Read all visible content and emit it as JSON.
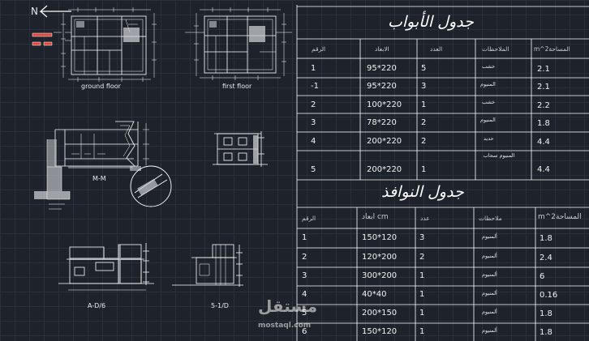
{
  "drawing": {
    "north_label": "N",
    "plan_ground_label": "ground floor",
    "plan_first_label": "first floor",
    "section_label": "M-M",
    "elevation_front_label": "A-D/6",
    "elevation_side_label": "5-1/D"
  },
  "doors_table": {
    "title": "جدول الأبواب",
    "headers": [
      "الرقم",
      "الابعاد",
      "العدد",
      "الملاحظات",
      "m^2المساحة"
    ],
    "rows": [
      {
        "no": "1",
        "dim": "95*220",
        "count": "5",
        "note": "خشب",
        "area": "2.1"
      },
      {
        "no": "-1",
        "dim": "95*220",
        "count": "3",
        "note": "المنيوم",
        "area": "2.1"
      },
      {
        "no": "2",
        "dim": "100*220",
        "count": "1",
        "note": "خشب",
        "area": "2.2"
      },
      {
        "no": "3",
        "dim": "78*220",
        "count": "2",
        "note": "المنيوم",
        "area": "1.8"
      },
      {
        "no": "4",
        "dim": "200*220",
        "count": "2",
        "note": "حديد",
        "area": "4.4"
      },
      {
        "no": "5",
        "dim": "200*220",
        "count": "1",
        "note": "المنيوم سحاب",
        "area": "4.4"
      }
    ]
  },
  "windows_table": {
    "title": "جدول النوافذ",
    "headers": [
      "الرقم",
      "ابعاد cm",
      "عدد",
      "ملاحظات",
      "m^2المساحة"
    ],
    "rows": [
      {
        "no": "1",
        "dim": "150*120",
        "count": "3",
        "note": "ألمنيوم",
        "area": "1.8"
      },
      {
        "no": "2",
        "dim": "120*200",
        "count": "2",
        "note": "ألمنيوم",
        "area": "2.4"
      },
      {
        "no": "3",
        "dim": "300*200",
        "count": "1",
        "note": "ألمنيوم",
        "area": "6"
      },
      {
        "no": "4",
        "dim": "40*40",
        "count": "1",
        "note": "ألمنيوم",
        "area": "0.16"
      },
      {
        "no": "5",
        "dim": "200*150",
        "count": "1",
        "note": "ألمنيوم",
        "area": "1.8"
      },
      {
        "no": "6",
        "dim": "150*120",
        "count": "1",
        "note": "ألمنيوم",
        "area": "1.8"
      }
    ]
  },
  "watermark": {
    "brand": "مستقل",
    "domain": "mostaql.com"
  },
  "colors": {
    "background": "#1d222b",
    "lines": "#ffffff",
    "accent_red": "#e0483e",
    "grid": "#28303c"
  }
}
